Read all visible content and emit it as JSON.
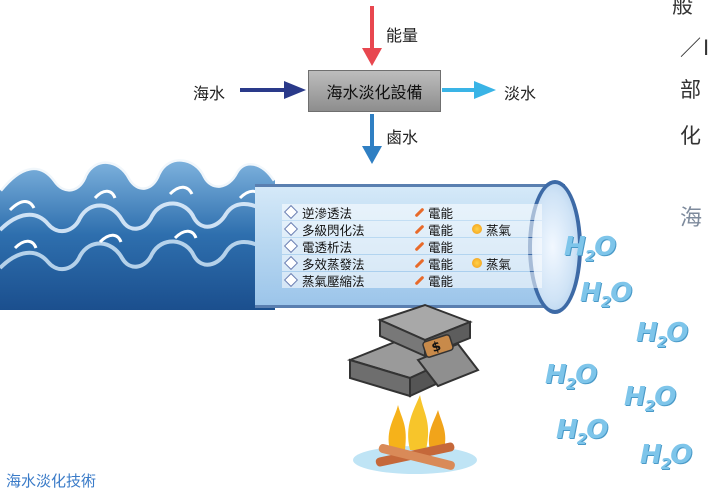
{
  "diagram": {
    "input_energy": "能量",
    "input_seawater": "海水",
    "process_box": "海水淡化設備",
    "output_freshwater": "淡水",
    "output_brine": "鹵水"
  },
  "methods": [
    {
      "name": "逆滲透法",
      "energy": "電能",
      "steam": ""
    },
    {
      "name": "多級閃化法",
      "energy": "電能",
      "steam": "蒸氣"
    },
    {
      "name": "電透析法",
      "energy": "電能",
      "steam": ""
    },
    {
      "name": "多效蒸發法",
      "energy": "電能",
      "steam": "蒸氣"
    },
    {
      "name": "蒸氣壓縮法",
      "energy": "電能",
      "steam": ""
    }
  ],
  "coin_label": "$",
  "h2o": {
    "main": "H",
    "sub": "2",
    "tail": "O"
  },
  "side_text": [
    "般",
    "／Ⅰ",
    "部",
    "化",
    "海"
  ],
  "bottom_link": "海水淡化技術",
  "colors": {
    "energy_arrow": "#e8474f",
    "seawater_arrow": "#2a3a8a",
    "freshwater_arrow": "#3ab4e6",
    "brine_arrow": "#2f7fc3"
  }
}
